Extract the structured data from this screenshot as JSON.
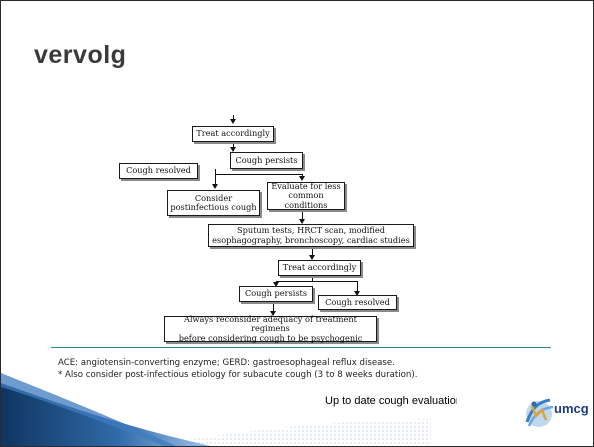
{
  "slide": {
    "title": "vervolg"
  },
  "flowchart": {
    "boxes": {
      "treat_1": "Treat accordingly",
      "cough_resolved_1": "Cough resolved",
      "cough_persists_1": "Cough persists",
      "consider_postinfectious": "Consider\npostinfectious cough",
      "evaluate_less_common": "Evaluate for less\ncommon conditions",
      "tests": "Sputum tests, HRCT scan, modified\nesophagography, bronchoscopy, cardiac studies",
      "treat_2": "Treat accordingly",
      "cough_persists_2": "Cough persists",
      "cough_resolved_2": "Cough resolved",
      "reconsider": "Always reconsider adequacy of treatment regimens\nbefore considering cough to be psychogenic"
    }
  },
  "footnotes": {
    "abbreviations": "ACE: angiotensin-converting enzyme; GERD: gastroesophageal reflux disease.",
    "note": "* Also consider post-infectious etiology for subacute cough (3 to 8 weeks duration)."
  },
  "source": {
    "text": "Up to date cough evaluation"
  },
  "logo": {
    "text": "umcg",
    "icon": "umcg-logo-icon"
  },
  "colors": {
    "divider": "#2a8a7a",
    "swoosh_dark": "#0f3560",
    "swoosh_mid": "#4f87c2",
    "logo_text": "#1d3d7a"
  }
}
